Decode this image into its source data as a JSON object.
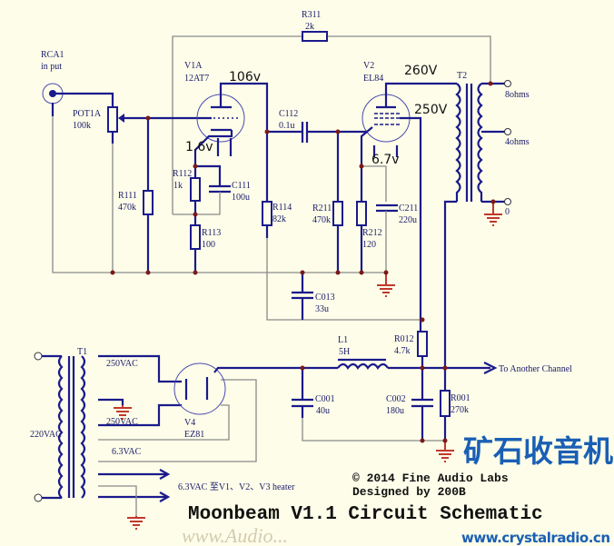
{
  "title": "Moonbeam V1.1 Circuit Schematic",
  "copyright": "© 2014 Fine Audio Labs",
  "designer": "Designed by 200B",
  "watermark": {
    "cn": "矿石收音机",
    "url": "www.crystalradio.cn",
    "faint": "www.Audio..."
  },
  "colors": {
    "background": "#fdfde9",
    "wire": "#1a1a8c",
    "junction": "#7a1a1a",
    "ground": "#c0392b",
    "watermark": "#1a5fb4"
  },
  "components": {
    "rca1": {
      "name": "RCA1",
      "value": "in put"
    },
    "pot1a": {
      "name": "POT1A",
      "value": "100k"
    },
    "r111": {
      "name": "R111",
      "value": "470k"
    },
    "r112": {
      "name": "R112",
      "value": "1k"
    },
    "r113": {
      "name": "R113",
      "value": "100"
    },
    "c111": {
      "name": "C111",
      "value": "100u"
    },
    "v1a": {
      "name": "V1A",
      "value": "12AT7",
      "plate_voltage": "106v",
      "cathode_voltage": "1.6v"
    },
    "r114": {
      "name": "R114",
      "value": "82k"
    },
    "c112": {
      "name": "C112",
      "value": "0.1u"
    },
    "r311": {
      "name": "R311",
      "value": "2k"
    },
    "r211": {
      "name": "R211",
      "value": "470k"
    },
    "r212": {
      "name": "R212",
      "value": "120"
    },
    "c211": {
      "name": "C211",
      "value": "220u"
    },
    "v2": {
      "name": "V2",
      "value": "EL84",
      "plate_voltage": "260V",
      "screen_voltage": "250V",
      "cathode_voltage": "6.7v"
    },
    "t2": {
      "name": "T2",
      "taps": [
        "8ohms",
        "4ohms",
        "0"
      ]
    },
    "c013": {
      "name": "C013",
      "value": "33u"
    },
    "r012": {
      "name": "R012",
      "value": "4.7k"
    },
    "l1": {
      "name": "L1",
      "value": "5H"
    },
    "c001": {
      "name": "C001",
      "value": "40u"
    },
    "c002": {
      "name": "C002",
      "value": "180u"
    },
    "r001": {
      "name": "R001",
      "value": "270k"
    },
    "t1": {
      "name": "T1",
      "primary": "220VAC",
      "sec1": "250VAC",
      "sec2": "250VAC",
      "sec3": "6.3VAC",
      "heater": "6.3VAC 至V1、V2、V3 heater"
    },
    "v4": {
      "name": "V4",
      "value": "EZ81"
    }
  },
  "output_label": "To Another Channel"
}
